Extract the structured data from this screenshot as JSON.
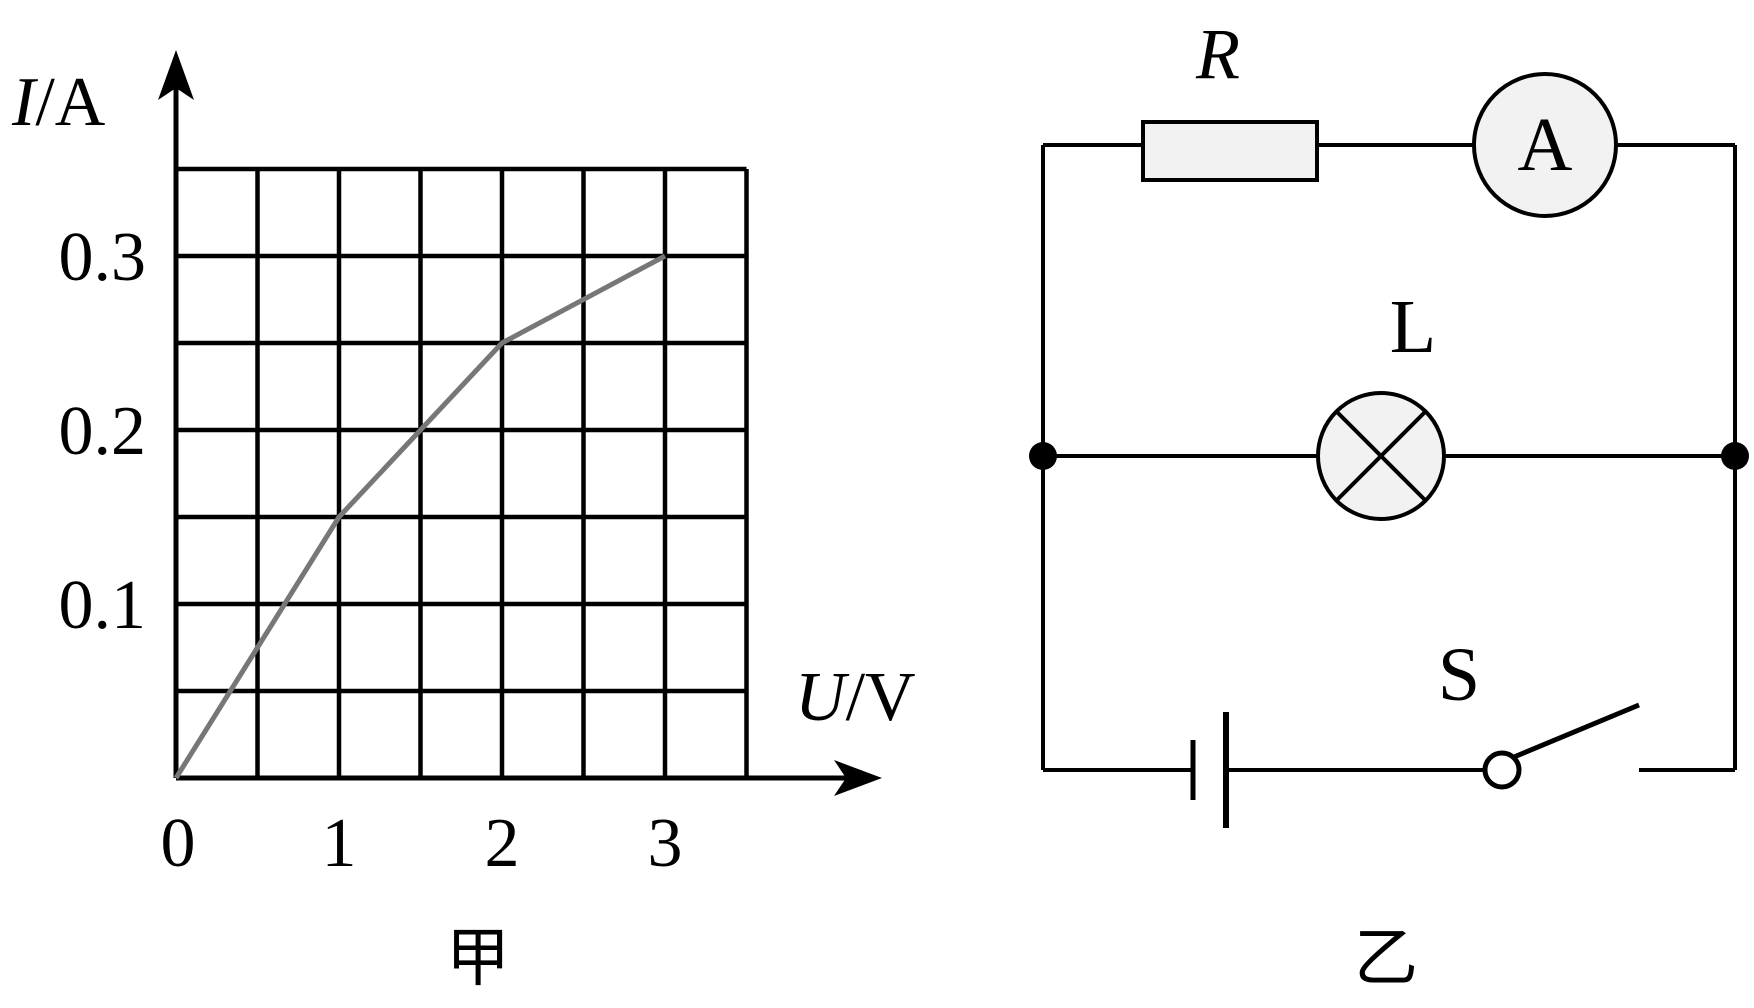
{
  "figure_jia": {
    "caption": "甲",
    "y_axis_label": {
      "var": "I",
      "unit": "/A"
    },
    "x_axis_label": {
      "var": "U",
      "unit": "/V"
    },
    "origin_label": "0",
    "x_tick_labels": [
      "1",
      "2",
      "3"
    ],
    "y_tick_labels": [
      "0.1",
      "0.2",
      "0.3"
    ]
  },
  "chart_data": {
    "type": "line",
    "x": [
      0,
      1,
      2,
      3
    ],
    "y": [
      0,
      0.15,
      0.25,
      0.3
    ],
    "xlim": [
      0,
      3.5
    ],
    "ylim": [
      0,
      0.35
    ],
    "grid": true,
    "grid_step_x": 0.5,
    "grid_step_y": 0.05,
    "xlabel": "U/V",
    "ylabel": "I/A",
    "xticks": [
      1,
      2,
      3
    ],
    "yticks": [
      0.1,
      0.2,
      0.3
    ],
    "line_color": "#777777"
  },
  "figure_yi": {
    "caption": "乙",
    "resistor_label": "R",
    "ammeter_label": "A",
    "lamp_label": "L",
    "switch_label": "S"
  }
}
